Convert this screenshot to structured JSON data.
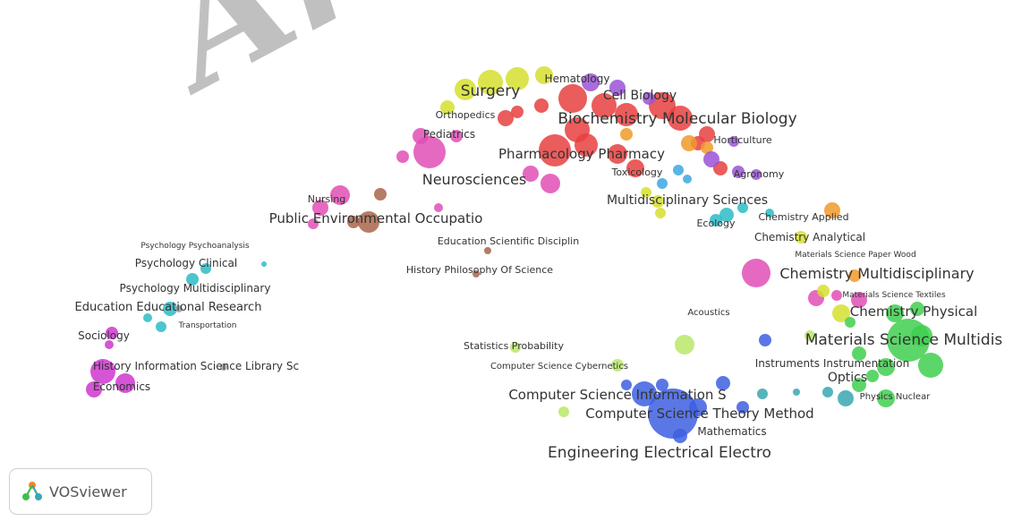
{
  "watermark": "Archi",
  "logo": {
    "text": "VOSviewer"
  },
  "clusters": {
    "red": "#e8403f",
    "green": "#3fcf4f",
    "blue": "#3d5fe0",
    "yellow": "#d6df2e",
    "purple": "#9b52d6",
    "cyan": "#2bbcc6",
    "orange": "#f09a2a",
    "brown": "#a9654a",
    "pink": "#e04fb5",
    "lime": "#b8e86a",
    "magenta": "#cf36cf",
    "teal": "#3aa7b0",
    "gray": "#9aa0a6",
    "skyblue": "#3da8e0"
  },
  "labels": [
    "Surgery",
    "Hematology",
    "Cell Biology",
    "Orthopedics",
    "Biochemistry Molecular Biology",
    "Pediatrics",
    "Horticulture",
    "Pharmacology Pharmacy",
    "Neurosciences",
    "Toxicology",
    "Agronomy",
    "Nursing",
    "Multidisciplinary Sciences",
    "Public Environmental Occupatio",
    "Ecology",
    "Chemistry Applied",
    "Education Scientific Disciplin",
    "Chemistry Analytical",
    "Psychology Psychoanalysis",
    "Materials Science Paper Wood",
    "Psychology Clinical",
    "History Philosophy Of Science",
    "Chemistry Multidisciplinary",
    "Psychology Multidisciplinary",
    "Materials Science Textiles",
    "Education Educational Research",
    "Chemistry Physical",
    "Transportation",
    "Acoustics",
    "Sociology",
    "Materials Science Multidis",
    "Statistics Probability",
    "Instruments Instrumentation",
    "History Information Science Library Sc",
    "Computer Science Cybernetics",
    "Optics",
    "Economics",
    "Physics Nuclear",
    "Computer Science Information S",
    "Computer Science Theory Method",
    "Mathematics",
    "Engineering Electrical Electro"
  ]
}
